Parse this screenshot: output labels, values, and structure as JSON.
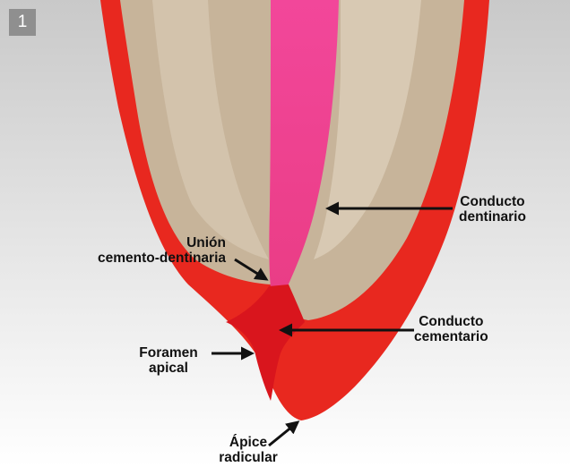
{
  "figure": {
    "number": "1",
    "colors": {
      "background_top": "#c9c9c9",
      "background_bottom": "#ffffff",
      "dentin": "#c7b49a",
      "dentin_light": "#ddd0bb",
      "cementum": "#e8281f",
      "canal_dentin": "#ea3d86",
      "canal_cement": "#d9151d"
    },
    "labels": {
      "conducto_dentinario": [
        "Conducto",
        "dentinario"
      ],
      "union_cemento_dentinaria": [
        "Unión",
        "cemento-dentinaria"
      ],
      "conducto_cementario": [
        "Conducto",
        "cementario"
      ],
      "foramen_apical": [
        "Foramen",
        "apical"
      ],
      "apice_radicular": [
        "Ápice",
        "radicular"
      ]
    }
  }
}
